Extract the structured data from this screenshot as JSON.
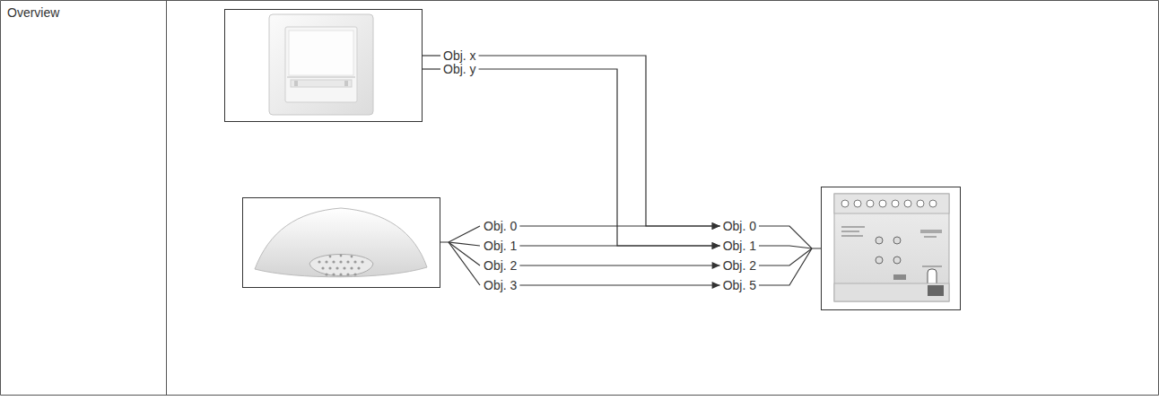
{
  "diagram": {
    "nodes": [
      {
        "text": [
          "Obj. x"
        ]
      },
      {
        "text": [
          "Obj. y"
        ]
      },
      {
        "text": [
          "Obj. 0"
        ]
      },
      {
        "text": [
          "Obj. 1"
        ]
      },
      {
        "text": [
          "Obj. 2"
        ]
      },
      {
        "text": [
          "Obj. 3"
        ]
      },
      {
        "text": [
          "Obj. 0"
        ]
      },
      {
        "text": [
          "Obj. 1"
        ]
      },
      {
        "text": [
          "Obj. 2"
        ]
      },
      {
        "text": [
          "Obj. 5"
        ]
      }
    ],
    "edges": [
      {
        "from": 0,
        "to": 6,
        "arrow": "to"
      },
      {
        "from": 1,
        "to": 7,
        "arrow": "to"
      },
      {
        "from": 2,
        "to": 6,
        "arrow": "to"
      },
      {
        "from": 3,
        "to": 7,
        "arrow": "to"
      },
      {
        "from": 4,
        "to": 8,
        "arrow": "to"
      },
      {
        "from": 5,
        "to": 9,
        "arrow": "to"
      }
    ],
    "labels": [
      "Overview"
    ]
  }
}
